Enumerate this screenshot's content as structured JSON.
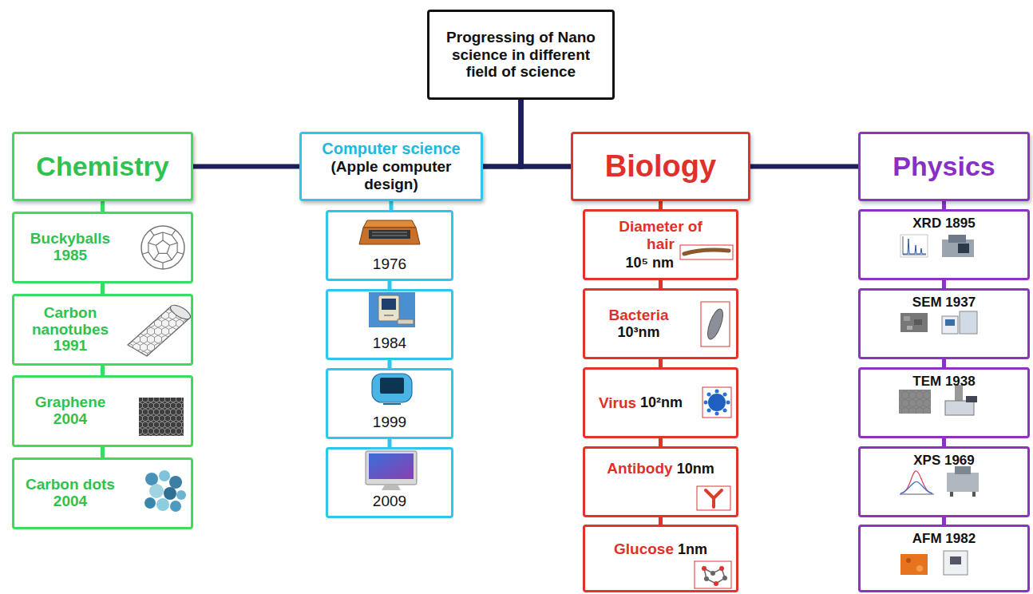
{
  "diagram": {
    "nodes": [
      {
        "text": [
          "Progressing of Nano science in different field of science"
        ]
      },
      {
        "text": [
          "Chemistry"
        ]
      },
      {
        "text": [
          "Buckyballs 1985"
        ]
      },
      {
        "text": [
          "Carbon nanotubes 1991"
        ]
      },
      {
        "text": [
          "Graphene 2004"
        ]
      },
      {
        "text": [
          "Carbon dots 2004"
        ]
      },
      {
        "text": [
          "Computer science",
          "(Apple computer design)"
        ]
      },
      {
        "text": [
          "1976"
        ]
      },
      {
        "text": [
          "1984"
        ]
      },
      {
        "text": [
          "1999"
        ]
      },
      {
        "text": [
          "2009"
        ]
      },
      {
        "text": [
          "Biology"
        ]
      },
      {
        "text": [
          "Diameter of hair",
          "10⁵ nm"
        ]
      },
      {
        "text": [
          "Bacteria",
          "10³nm"
        ]
      },
      {
        "text": [
          "Virus",
          "10²nm"
        ]
      },
      {
        "text": [
          "Antibody",
          "10nm"
        ]
      },
      {
        "text": [
          "Glucose",
          "1nm"
        ]
      },
      {
        "text": [
          "Physics"
        ]
      },
      {
        "text": [
          "XRD 1895"
        ]
      },
      {
        "text": [
          "SEM 1937"
        ]
      },
      {
        "text": [
          "TEM 1938"
        ]
      },
      {
        "text": [
          "XPS 1969"
        ]
      },
      {
        "text": [
          "AFM 1982"
        ]
      }
    ],
    "edges": [
      {
        "from": 0,
        "to": 1,
        "arrow": "none"
      },
      {
        "from": 0,
        "to": 6,
        "arrow": "none"
      },
      {
        "from": 0,
        "to": 11,
        "arrow": "none"
      },
      {
        "from": 0,
        "to": 17,
        "arrow": "none"
      },
      {
        "from": 1,
        "to": 2,
        "arrow": "none"
      },
      {
        "from": 2,
        "to": 3,
        "arrow": "none"
      },
      {
        "from": 3,
        "to": 4,
        "arrow": "none"
      },
      {
        "from": 4,
        "to": 5,
        "arrow": "none"
      },
      {
        "from": 6,
        "to": 7,
        "arrow": "none"
      },
      {
        "from": 7,
        "to": 8,
        "arrow": "none"
      },
      {
        "from": 8,
        "to": 9,
        "arrow": "none"
      },
      {
        "from": 9,
        "to": 10,
        "arrow": "none"
      },
      {
        "from": 11,
        "to": 12,
        "arrow": "none"
      },
      {
        "from": 12,
        "to": 13,
        "arrow": "none"
      },
      {
        "from": 13,
        "to": 14,
        "arrow": "none"
      },
      {
        "from": 14,
        "to": 15,
        "arrow": "none"
      },
      {
        "from": 15,
        "to": 16,
        "arrow": "none"
      },
      {
        "from": 17,
        "to": 18,
        "arrow": "none"
      },
      {
        "from": 18,
        "to": 19,
        "arrow": "none"
      },
      {
        "from": 19,
        "to": 20,
        "arrow": "none"
      },
      {
        "from": 20,
        "to": 21,
        "arrow": "none"
      },
      {
        "from": 21,
        "to": 22,
        "arrow": "none"
      }
    ]
  }
}
